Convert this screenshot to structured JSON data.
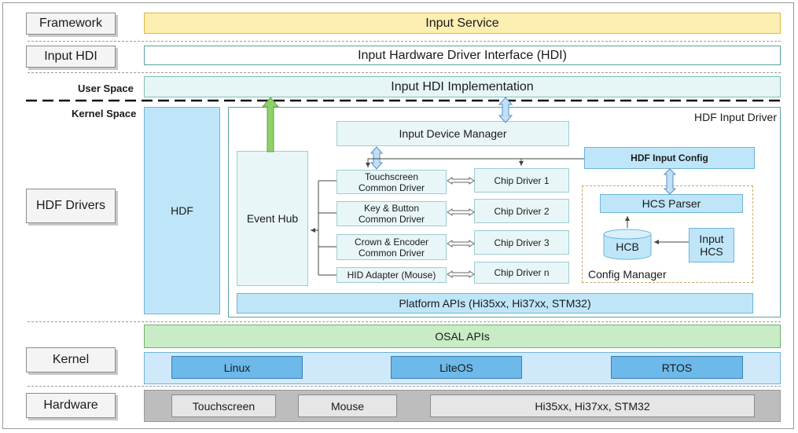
{
  "layers": {
    "framework": "Framework",
    "input_hdi": "Input HDI",
    "hdf_drivers": "HDF Drivers",
    "kernel": "Kernel",
    "hardware": "Hardware"
  },
  "spaces": {
    "user": "User Space",
    "kernel": "Kernel Space"
  },
  "boxes": {
    "input_service": "Input Service",
    "hdi_interface": "Input Hardware Driver Interface (HDI)",
    "hdi_impl": "Input HDI Implementation",
    "hdf": "HDF",
    "hdf_input_driver": "HDF Input Driver",
    "input_device_manager": "Input Device Manager",
    "event_hub": "Event Hub",
    "touchscreen_driver": "Touchscreen\nCommon Driver",
    "key_button_driver": "Key & Button\nCommon Driver",
    "crown_encoder_driver": "Crown & Encoder\nCommon Driver",
    "hid_adapter": "HID Adapter (Mouse)",
    "chip_driver_1": "Chip Driver 1",
    "chip_driver_2": "Chip Driver 2",
    "chip_driver_3": "Chip Driver 3",
    "chip_driver_n": "Chip Driver n",
    "hdf_input_config": "HDF Input Config",
    "hcs_parser": "HCS Parser",
    "hcb": "HCB",
    "input_hcs": "Input\nHCS",
    "config_manager": "Config Manager",
    "platform_apis": "Platform APIs (Hi35xx, Hi37xx, STM32)",
    "osal_apis": "OSAL APIs",
    "linux": "Linux",
    "liteos": "LiteOS",
    "rtos": "RTOS",
    "touchscreen_hw": "Touchscreen",
    "mouse_hw": "Mouse",
    "soc_hw": "Hi35xx, Hi37xx, STM32"
  }
}
